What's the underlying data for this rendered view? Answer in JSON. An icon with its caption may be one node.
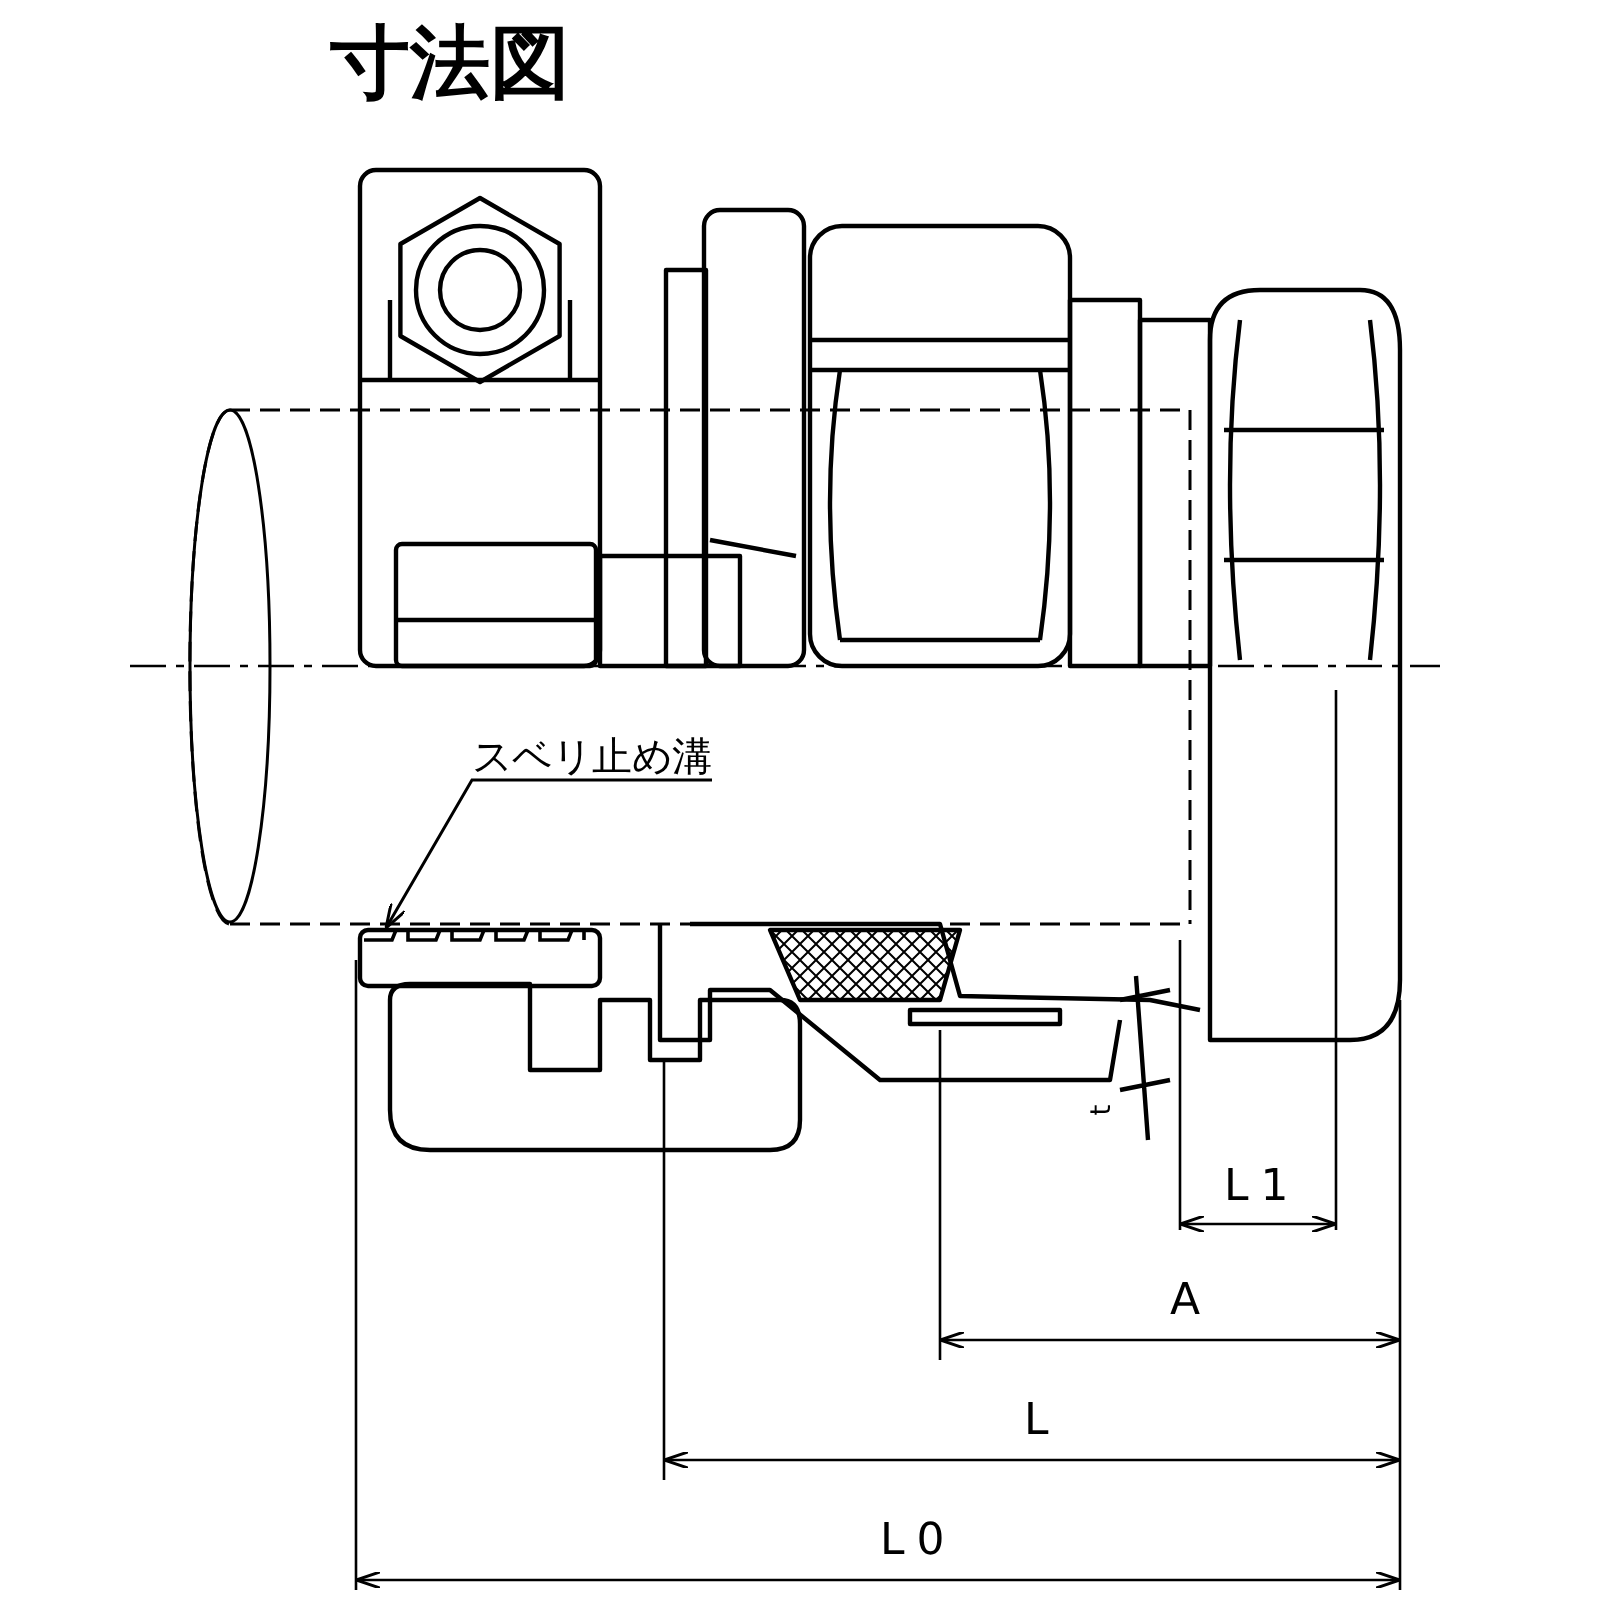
{
  "diagram": {
    "title": "寸法図",
    "nodes": [
      {
        "text": [
          "スベリ止め溝"
        ]
      },
      {
        "text": [],
        "shape": "picture"
      }
    ],
    "edges": [
      {
        "from": 0,
        "to": 1,
        "arrow": "to"
      }
    ],
    "labels": [
      "L1",
      "A",
      "L",
      "L0",
      "t"
    ]
  }
}
